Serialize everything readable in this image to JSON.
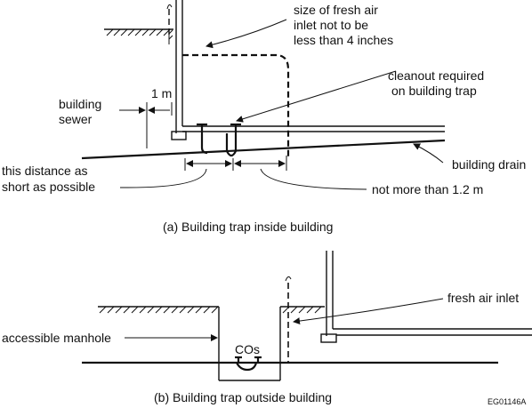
{
  "diagram_a": {
    "caption": "(a) Building trap inside building",
    "labels": {
      "fresh_air_size_1": "size of fresh air",
      "fresh_air_size_2": "inlet not to be",
      "fresh_air_size_3": "less than 4 inches",
      "cleanout_1": "cleanout required",
      "cleanout_2": "on building trap",
      "building_sewer_1": "building",
      "building_sewer_2": "sewer",
      "distance": "1 m",
      "building_drain": "building drain",
      "short_1": "this distance as",
      "short_2": "short as possible",
      "max_distance": "not more than 1.2 m"
    }
  },
  "diagram_b": {
    "caption": "(b) Building trap outside building",
    "labels": {
      "fresh_air_inlet": "fresh air inlet",
      "accessible_manhole": "accessible manhole",
      "cos": "COs"
    }
  },
  "figure_code": "EG01146A"
}
